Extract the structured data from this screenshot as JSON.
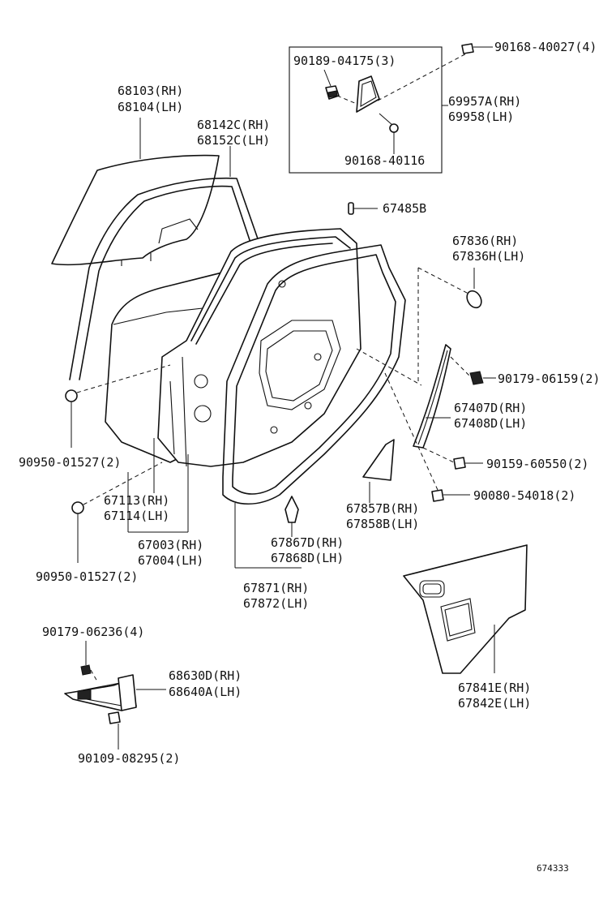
{
  "labels": {
    "p90168_40027": "90168-40027(4)",
    "p90189_04175": "90189-04175(3)",
    "p69957A": "69957A(RH)",
    "p69958": "69958(LH)",
    "p90168_40116": "90168-40116",
    "p68103": "68103(RH)",
    "p68104": "68104(LH)",
    "p68142C": "68142C(RH)",
    "p68152C": "68152C(LH)",
    "p67485B": "67485B",
    "p67836": "67836(RH)",
    "p67836H": "67836H(LH)",
    "p90179_06159": "90179-06159(2)",
    "p67407D": "67407D(RH)",
    "p67408D": "67408D(LH)",
    "p90159_60550": "90159-60550(2)",
    "p90080_54018": "90080-54018(2)",
    "p90950_01527_a": "90950-01527(2)",
    "p67113": "67113(RH)",
    "p67114": "67114(LH)",
    "p67857B": "67857B(RH)",
    "p67858B": "67858B(LH)",
    "p90950_01527_b": "90950-01527(2)",
    "p67003": "67003(RH)",
    "p67004": "67004(LH)",
    "p67867D": "67867D(RH)",
    "p67868D": "67868D(LH)",
    "p67871": "67871(RH)",
    "p67872": "67872(LH)",
    "p90179_06236": "90179-06236(4)",
    "p68630D": "68630D(RH)",
    "p68640A": "68640A(LH)",
    "p67841E": "67841E(RH)",
    "p67842E": "67842E(LH)",
    "p90109_08295": "90109-08295(2)",
    "figure_code": "674333"
  }
}
